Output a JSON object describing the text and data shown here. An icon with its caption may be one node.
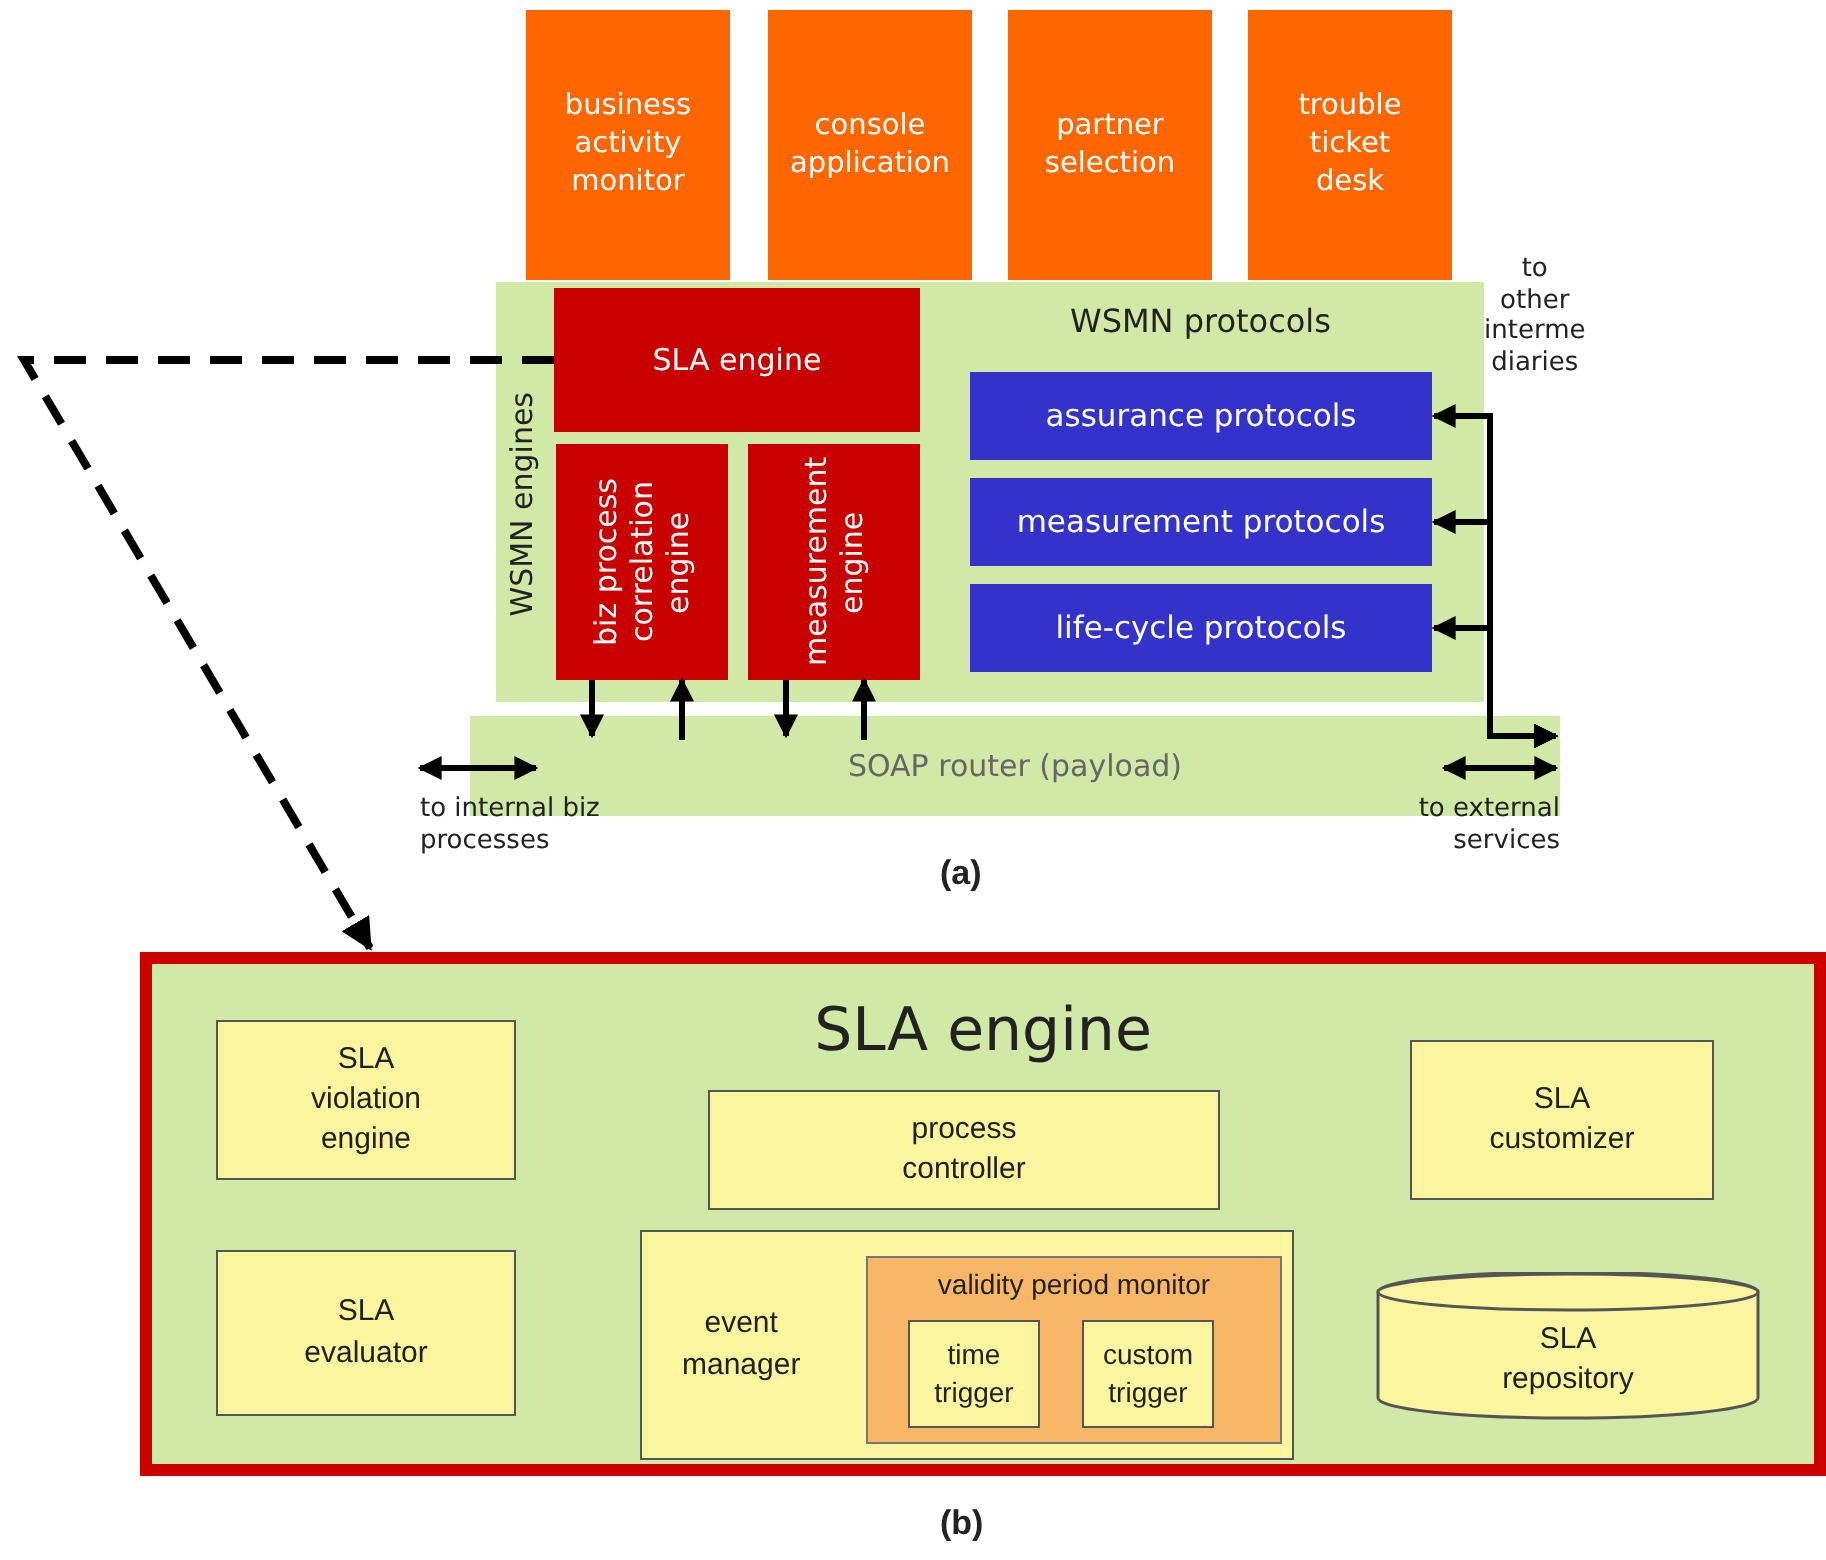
{
  "diagram": {
    "nodes": [
      {
        "text": [
          "business activity monitor"
        ]
      },
      {
        "text": [
          "console application"
        ]
      },
      {
        "text": [
          "partner selection"
        ]
      },
      {
        "text": [
          "trouble ticket desk"
        ]
      },
      {
        "text": [
          "WSMN engines",
          "WSMN protocols"
        ]
      },
      {
        "text": [
          "SLA engine"
        ],
        "in": 4
      },
      {
        "text": [
          "biz process correlation engine"
        ],
        "in": 4
      },
      {
        "text": [
          "measurement engine"
        ],
        "in": 4
      },
      {
        "text": [
          "assurance protocols"
        ],
        "in": 4
      },
      {
        "text": [
          "measurement protocols"
        ],
        "in": 4
      },
      {
        "text": [
          "life-cycle protocols"
        ],
        "in": 4
      },
      {
        "text": [
          "SOAP router (payload)"
        ]
      },
      {
        "text": [
          "SLA engine"
        ]
      },
      {
        "text": [
          "SLA violation engine"
        ],
        "in": 12
      },
      {
        "text": [
          "SLA evaluator"
        ],
        "in": 12
      },
      {
        "text": [
          "process controller"
        ],
        "in": 12
      },
      {
        "text": [
          "event manager"
        ],
        "in": 12
      },
      {
        "text": [
          "validity period monitor"
        ],
        "in": 16
      },
      {
        "text": [
          "time trigger"
        ],
        "in": 17
      },
      {
        "text": [
          "custom trigger"
        ],
        "in": 17
      },
      {
        "text": [
          "SLA customizer"
        ],
        "in": 12
      },
      {
        "text": [
          "SLA repository"
        ],
        "in": 12
      }
    ],
    "edges": [
      {
        "from": 5,
        "to": 12,
        "arrow": "to",
        "style": "dashed"
      },
      {
        "from": 6,
        "to": 11,
        "arrow": "to"
      },
      {
        "from": 11,
        "to": 6,
        "arrow": "to"
      },
      {
        "from": 7,
        "to": 11,
        "arrow": "to"
      },
      {
        "from": 11,
        "to": 7,
        "arrow": "to"
      },
      {
        "from": 11,
        "to": 8,
        "arrow": "both"
      },
      {
        "from": 11,
        "to": 9,
        "arrow": "both"
      },
      {
        "from": 11,
        "to": 10,
        "arrow": "both"
      }
    ],
    "labels": [
      "to other interme diaries",
      "to internal biz processes",
      "to external services",
      "(a)",
      "(b)"
    ]
  }
}
